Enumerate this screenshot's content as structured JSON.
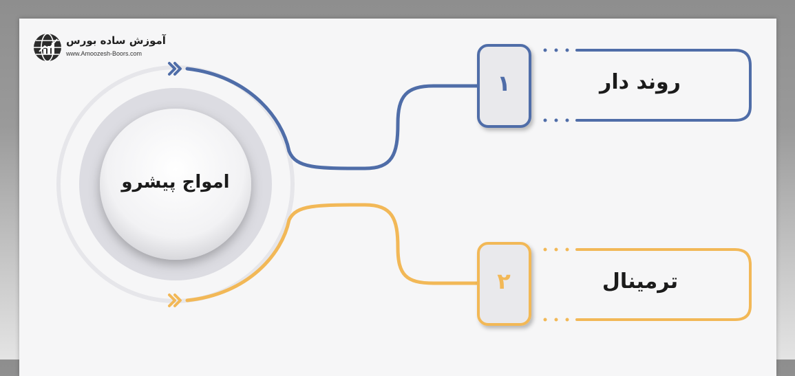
{
  "logo": {
    "title": "آموزش ساده بورس",
    "url": "www.Amoozesh-Boors.com"
  },
  "center": {
    "title": "امواج پیشرو"
  },
  "items": [
    {
      "number": "۱",
      "label": "روند دار",
      "color": "#4f6da8"
    },
    {
      "number": "۲",
      "label": "ترمینال",
      "color": "#f2b857"
    }
  ]
}
